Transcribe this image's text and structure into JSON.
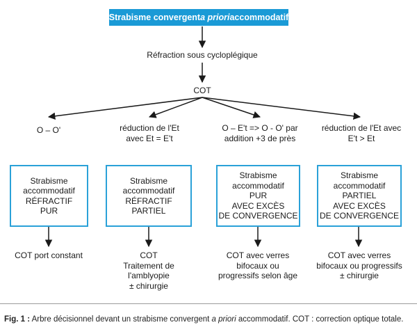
{
  "title": {
    "before": "Strabisme convergent ",
    "italic": "a priori",
    "after": " accommodatif"
  },
  "steps": {
    "refraction": "Réfraction sous cycloplégique",
    "cot": "COT"
  },
  "branches": [
    {
      "condition": [
        "O – O'"
      ],
      "box": [
        "Strabisme",
        "accommodatif",
        "RÉFRACTIF",
        "PUR"
      ],
      "outcome": [
        "COT port constant"
      ]
    },
    {
      "condition": [
        "réduction de l'Et",
        "avec Et = E't"
      ],
      "box": [
        "Strabisme",
        "accommodatif",
        "RÉFRACTIF",
        "PARTIEL"
      ],
      "outcome": [
        "COT",
        "Traitement de",
        "l'amblyopie",
        "± chirurgie"
      ]
    },
    {
      "condition": [
        "O – E't => O - O' par",
        "addition +3 de près"
      ],
      "box": [
        "Strabisme",
        "accommodatif",
        "PUR",
        "AVEC EXCÈS",
        "DE CONVERGENCE"
      ],
      "outcome": [
        "COT avec verres",
        "bifocaux ou",
        "progressifs selon âge"
      ]
    },
    {
      "condition": [
        "réduction de l'Et avec",
        "E't > Et"
      ],
      "box": [
        "Strabisme",
        "accommodatif",
        "PARTIEL",
        "AVEC EXCÈS",
        "DE CONVERGENCE"
      ],
      "outcome": [
        "COT avec verres",
        "bifocaux ou progressifs",
        "± chirurgie"
      ]
    }
  ],
  "caption": {
    "label": "Fig. 1 :",
    "before": " Arbre décisionnel devant un strabisme convergent ",
    "italic": "a priori",
    "after": " accommodatif. COT : correction optique totale."
  },
  "colors": {
    "title_fill": "#1a9ad6",
    "box_border": "#2aa1d8",
    "arrow": "#1a1a1a"
  }
}
